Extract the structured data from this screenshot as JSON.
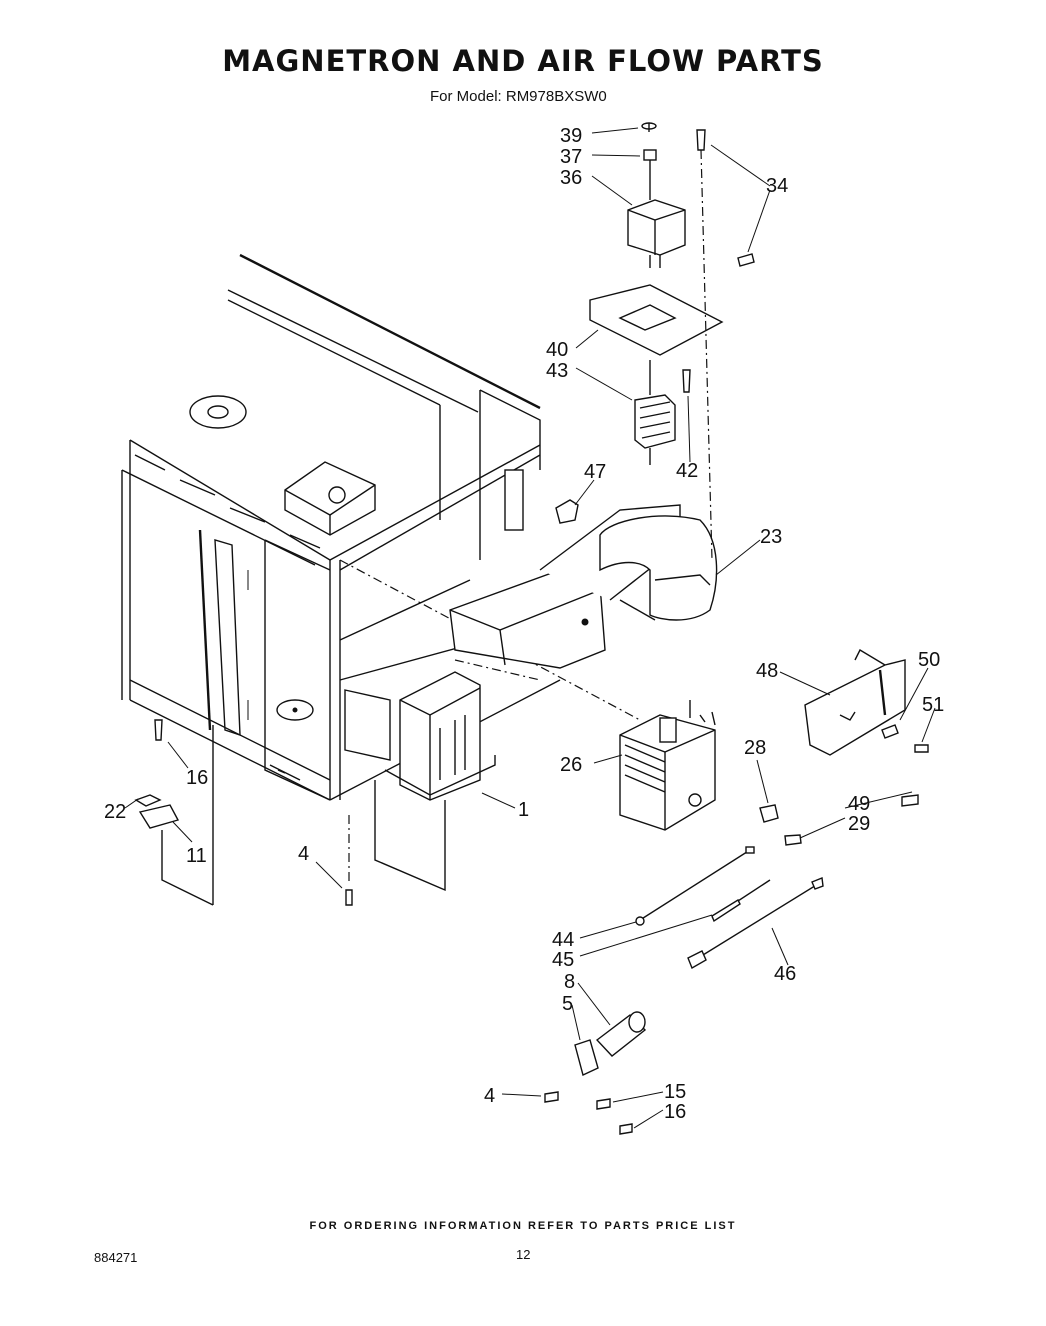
{
  "title": "MAGNETRON AND AIR FLOW PARTS",
  "subtitle": "For Model: RM978BXSW0",
  "footer": "FOR ORDERING INFORMATION REFER TO PARTS PRICE LIST",
  "doc_number": "884271",
  "page_number": "12",
  "callouts": {
    "c39": "39",
    "c37": "37",
    "c36": "36",
    "c34": "34",
    "c40": "40",
    "c43": "43",
    "c42": "42",
    "c47": "47",
    "c23": "23",
    "c50": "50",
    "c48": "48",
    "c51": "51",
    "c28": "28",
    "c26": "26",
    "c49": "49",
    "c29": "29",
    "c1": "1",
    "c16a": "16",
    "c22": "22",
    "c11": "11",
    "c4a": "4",
    "c44": "44",
    "c45": "45",
    "c46": "46",
    "c8": "8",
    "c5": "5",
    "c4b": "4",
    "c15": "15",
    "c16b": "16"
  }
}
